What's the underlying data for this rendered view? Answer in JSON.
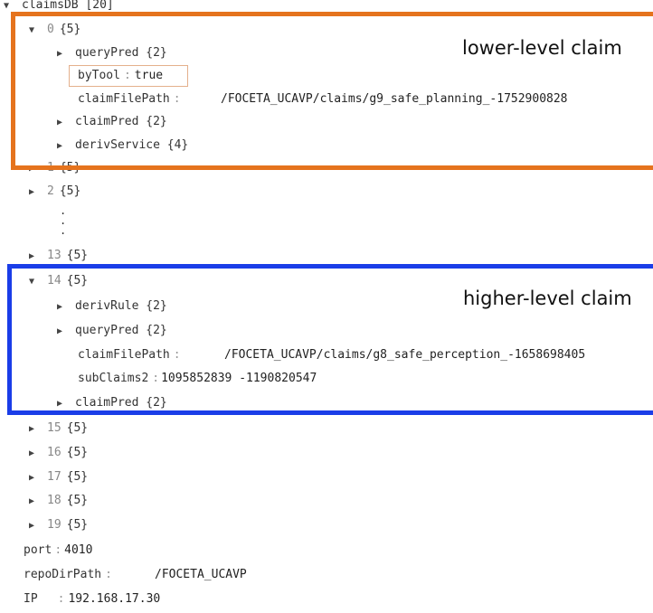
{
  "root": {
    "key": "claimsDB",
    "count": "[20]"
  },
  "item0": {
    "index": "0",
    "count": "{5}",
    "queryPred": {
      "key": "queryPred",
      "count": "{2}"
    },
    "byTool": {
      "key": "byTool",
      "value": "true"
    },
    "claimFilePath": {
      "key": "claimFilePath",
      "value": "/FOCETA_UCAVP/claims/g9_safe_planning_-1752900828"
    },
    "claimPred": {
      "key": "claimPred",
      "count": "{2}"
    },
    "derivService": {
      "key": "derivService",
      "count": "{4}"
    }
  },
  "item1": {
    "index": "1",
    "count": "{5}"
  },
  "item2": {
    "index": "2",
    "count": "{5}"
  },
  "ellipsis": ".\n.\n.",
  "item13": {
    "index": "13",
    "count": "{5}"
  },
  "item14": {
    "index": "14",
    "count": "{5}",
    "derivRule": {
      "key": "derivRule",
      "count": "{2}"
    },
    "queryPred": {
      "key": "queryPred",
      "count": "{2}"
    },
    "claimFilePath": {
      "key": "claimFilePath",
      "value": "/FOCETA_UCAVP/claims/g8_safe_perception_-1658698405"
    },
    "subClaims2": {
      "key": "subClaims2",
      "value": "1095852839 -1190820547"
    },
    "claimPred": {
      "key": "claimPred",
      "count": "{2}"
    }
  },
  "items_after": [
    {
      "index": "15",
      "count": "{5}"
    },
    {
      "index": "16",
      "count": "{5}"
    },
    {
      "index": "17",
      "count": "{5}"
    },
    {
      "index": "18",
      "count": "{5}"
    },
    {
      "index": "19",
      "count": "{5}"
    }
  ],
  "port": {
    "key": "port",
    "value": "4010"
  },
  "repoDirPath": {
    "key": "repoDirPath",
    "value": "/FOCETA_UCAVP"
  },
  "ip": {
    "key": "IP",
    "value": "192.168.17.30"
  },
  "annotations": {
    "lower": "lower-level claim",
    "higher": "higher-level claim"
  },
  "colors": {
    "orange_box": "#e5731d",
    "blue_box": "#1a3de8"
  },
  "icons": {
    "expanded": "triangle-down-icon",
    "collapsed": "triangle-right-icon"
  }
}
